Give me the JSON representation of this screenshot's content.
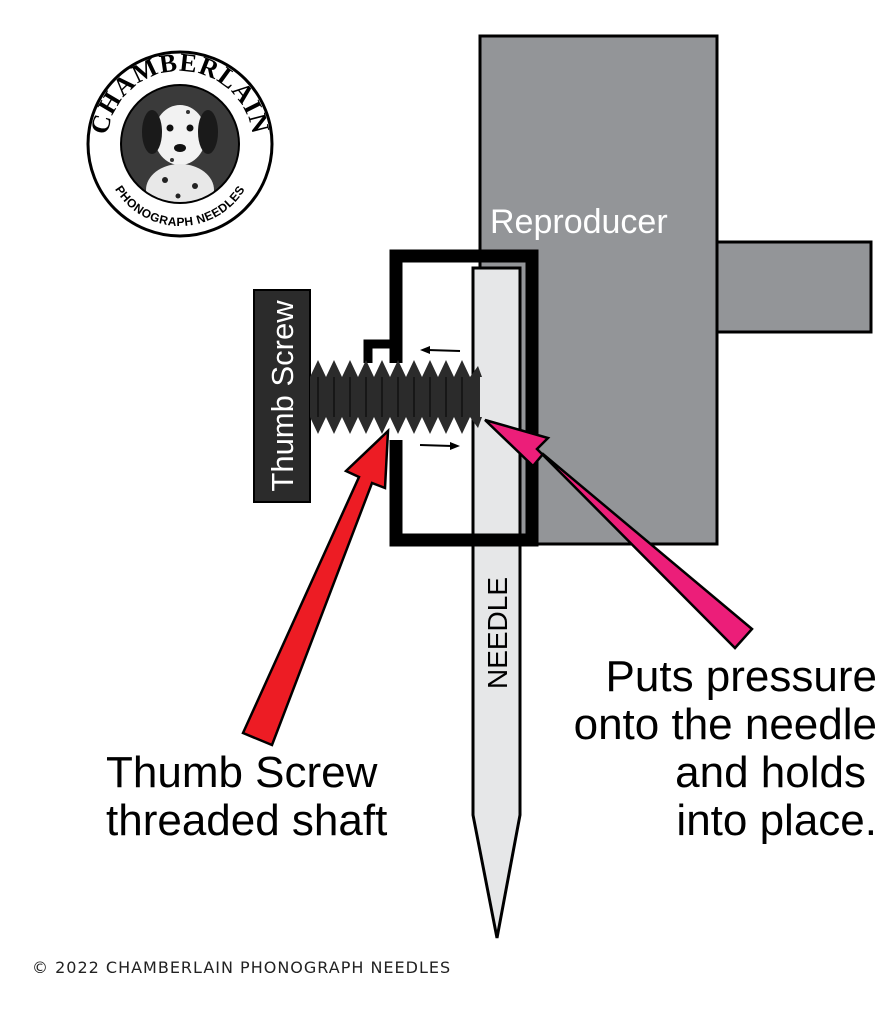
{
  "logo": {
    "brand": "CHAMBERLAIN",
    "sub": "PHONOGRAPH NEEDLES",
    "icon": "dalmatian-dog-portrait"
  },
  "labels": {
    "reproducer": "Reproducer",
    "thumb_screw": "Thumb Screw",
    "needle": "NEEDLE",
    "shaft_line1": "Thumb Screw",
    "shaft_line2": "threaded shaft",
    "pressure_line1": "Puts pressure",
    "pressure_line2": "onto the needle",
    "pressure_line3": "and holds",
    "pressure_line4": "into place."
  },
  "footer": {
    "copyright": "© 2022 CHAMBERLAIN PHONOGRAPH NEEDLES"
  },
  "colors": {
    "reproducer": "#939598",
    "screw": "#2b2b2b",
    "needle": "#e6e7e8",
    "red_arrow": "#ed1c24",
    "pink_arrow": "#ec1e79",
    "outline": "#000000"
  }
}
